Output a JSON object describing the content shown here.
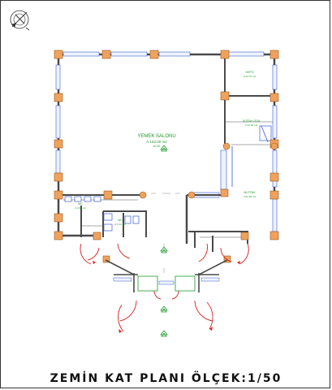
{
  "title": "ZEMİN KAT PLANI ÖLÇEK:1/50",
  "rooms": {
    "yemek": {
      "name": "YEMEK SALONU",
      "area": "A:163.00 m2",
      "sub": "±0.00"
    },
    "depo": {
      "name": "DEPO",
      "area": "A:23.75 m2"
    },
    "wc1": {
      "name": "WC",
      "area": "A:4.96 m2"
    },
    "wc2": {
      "name": "WC",
      "area": "A:3.12 m2"
    },
    "mutfak": {
      "name": "MUTFAK",
      "area": "A:61.65 m2"
    },
    "sogukoda": {
      "name": "SOĞUK ODA",
      "area": "A:12.00 m2"
    }
  },
  "colors": {
    "wall": "#4a4a4a",
    "column": "#f0a25c",
    "glazing": "#8fb0e6",
    "door_swing": "#d62020",
    "text_green": "#1e9a2a",
    "partition_blue": "#3a5bd0"
  },
  "icons": [
    "north-arrow-icon",
    "tree-icon"
  ]
}
